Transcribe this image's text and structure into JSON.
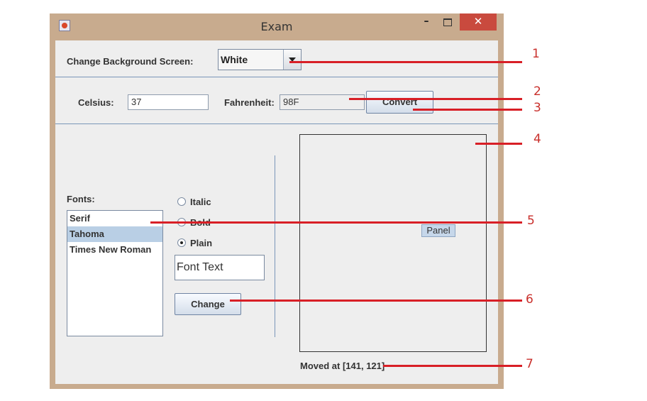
{
  "window": {
    "title": "Exam",
    "minimize_glyph": "–",
    "close_glyph": "✕"
  },
  "background_row": {
    "label": "Change Background Screen:",
    "selected": "White"
  },
  "converter": {
    "celsius_label": "Celsius:",
    "celsius_value": "37",
    "fahrenheit_label": "Fahrenheit:",
    "fahrenheit_value": "98F",
    "convert_label": "Convert"
  },
  "fonts": {
    "label": "Fonts:",
    "items": [
      "Serif",
      "Tahoma",
      "Times New Roman"
    ],
    "selected": "Tahoma"
  },
  "styles": {
    "italic": "Italic",
    "bold": "Bold",
    "plain": "Plain",
    "selected": "Plain"
  },
  "font_text": "Font Text",
  "change_label": "Change",
  "panel": {
    "label": "Panel"
  },
  "status": "Moved at [141, 121]",
  "callouts": [
    "1",
    "2",
    "3",
    "4",
    "5",
    "6",
    "7"
  ],
  "colors": {
    "callout": "#d81f26",
    "close_button": "#c94a3e",
    "selection": "#b9cfe5",
    "separator": "#7a96b8"
  },
  "icons": {
    "app": "java-cup-icon",
    "combo": "chevron-down-icon",
    "minimize": "minimize-icon",
    "maximize": "maximize-icon",
    "close": "close-icon"
  }
}
